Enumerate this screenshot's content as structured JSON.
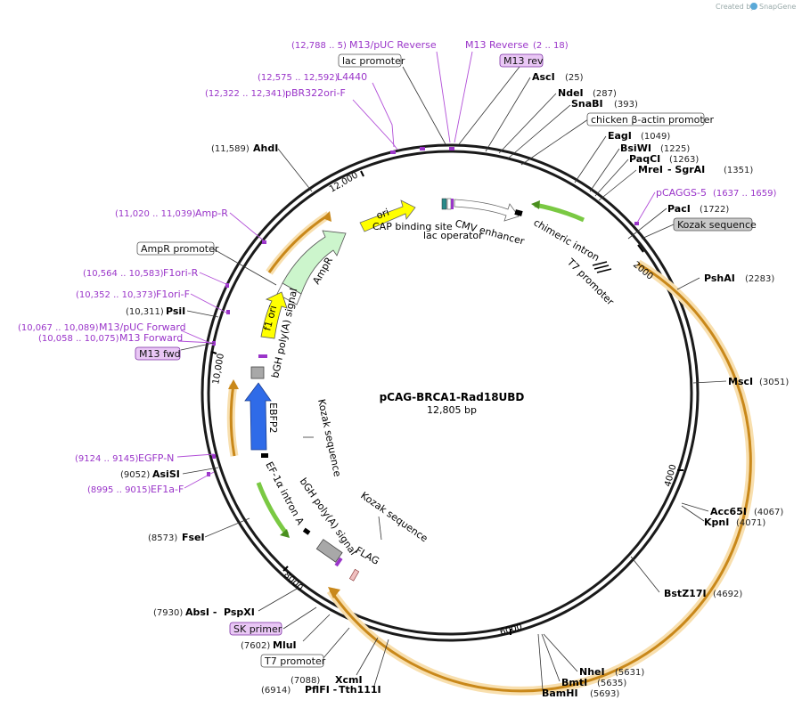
{
  "watermark": {
    "created_by": "Created by",
    "brand": "SnapGene"
  },
  "plasmid": {
    "name": "pCAG-BRCA1-Rad18UBD",
    "size_label": "12,805 bp",
    "length_bp": 12805
  },
  "ticks": [
    {
      "bp": 2000,
      "label": "2000"
    },
    {
      "bp": 4000,
      "label": "4000"
    },
    {
      "bp": 6000,
      "label": "6000"
    },
    {
      "bp": 8000,
      "label": "8000"
    },
    {
      "bp": 10000,
      "label": "10,000"
    },
    {
      "bp": 12000,
      "label": "12,000"
    }
  ],
  "enzyme_sites": [
    {
      "name": "AscI",
      "pos": "(25)",
      "bp": 25
    },
    {
      "name": "NdeI",
      "pos": "(287)",
      "bp": 287
    },
    {
      "name": "SnaBI",
      "pos": "(393)",
      "bp": 393
    },
    {
      "name": "EagI",
      "pos": "(1049)",
      "bp": 1049
    },
    {
      "name": "BsiWI",
      "pos": "(1225)",
      "bp": 1225
    },
    {
      "name": "PaqCI",
      "pos": "(1263)",
      "bp": 1263
    },
    {
      "name": "MreI",
      "extra": "- SgrAI",
      "pos": "(1351)",
      "bp": 1351
    },
    {
      "name": "PacI",
      "pos": "(1722)",
      "bp": 1722
    },
    {
      "name": "PshAI",
      "pos": "(2283)",
      "bp": 2283
    },
    {
      "name": "MscI",
      "pos": "(3051)",
      "bp": 3051
    },
    {
      "name": "Acc65I",
      "pos": "(4067)",
      "bp": 4067
    },
    {
      "name": "KpnI",
      "pos": "(4071)",
      "bp": 4071
    },
    {
      "name": "BstZ17I",
      "pos": "(4692)",
      "bp": 4692
    },
    {
      "name": "NheI",
      "pos": "(5631)",
      "bp": 5631
    },
    {
      "name": "BmtI",
      "pos": "(5635)",
      "bp": 5635
    },
    {
      "name": "BamHI",
      "pos": "(5693)",
      "bp": 5693
    },
    {
      "name": "Tth111I",
      "extra": "PflFI -",
      "pos": "(6914)",
      "bp": 6914
    },
    {
      "name": "XcmI",
      "pos": "(7088)",
      "bp": 7088
    },
    {
      "name": "MluI",
      "pos": "(7602)",
      "bp": 7602
    },
    {
      "name": "PspXI",
      "extra": "AbsI -",
      "pos": "(7930)",
      "bp": 7930
    },
    {
      "name": "FseI",
      "pos": "(8573)",
      "bp": 8573
    },
    {
      "name": "AsiSI",
      "pos": "(9052)",
      "bp": 9052
    },
    {
      "name": "PsiI",
      "pos": "(10,311)",
      "bp": 10311
    },
    {
      "name": "AhdI",
      "pos": "(11,589)",
      "bp": 11589
    }
  ],
  "primers": [
    {
      "name": "M13/pUC Reverse",
      "pos": "(12,788 .. 5)"
    },
    {
      "name": "M13 Reverse",
      "pos": "(2 .. 18)"
    },
    {
      "name": "L4440",
      "pos": "(12,575 .. 12,592)"
    },
    {
      "name": "pBR322ori-F",
      "pos": "(12,322 .. 12,341)"
    },
    {
      "name": "pCAGGS-5",
      "pos": "(1637 .. 1659)"
    },
    {
      "name": "Amp-R",
      "pos": "(11,020 .. 11,039)"
    },
    {
      "name": "F1ori-R",
      "pos": "(10,564 .. 10,583)"
    },
    {
      "name": "F1ori-F",
      "pos": "(10,352 .. 10,373)"
    },
    {
      "name": "M13/pUC Forward",
      "pos": "(10,067 .. 10,089)"
    },
    {
      "name": "M13 Forward",
      "pos": "(10,058 .. 10,075)"
    },
    {
      "name": "EGFP-N",
      "pos": "(9124 .. 9145)"
    },
    {
      "name": "EF1a-F",
      "pos": "(8995 .. 9015)"
    }
  ],
  "boxed_labels": [
    {
      "name": "lac promoter"
    },
    {
      "name": "M13 rev"
    },
    {
      "name": "chicken β-actin promoter"
    },
    {
      "name": "Kozak sequence"
    },
    {
      "name": "AmpR promoter"
    },
    {
      "name": "M13 fwd"
    },
    {
      "name": "SK primer"
    },
    {
      "name": "T7 promoter"
    }
  ],
  "features": [
    {
      "name": "ori"
    },
    {
      "name": "CAP binding site"
    },
    {
      "name": "lac operator"
    },
    {
      "name": "CMV enhancer"
    },
    {
      "name": "chimeric intron"
    },
    {
      "name": "T7 promoter"
    },
    {
      "name": "AmpR"
    },
    {
      "name": "f1 ori"
    },
    {
      "name": "bGH poly(A) signal"
    },
    {
      "name": "EBFP2"
    },
    {
      "name": "Kozak sequence"
    },
    {
      "name": "EF-1α intron A"
    },
    {
      "name": "bGH poly(A) signal"
    },
    {
      "name": "Kozak sequence"
    },
    {
      "name": "FLAG"
    }
  ],
  "colors": {
    "backbone": "#1a1a1a",
    "cds_orange": "#e8a23a",
    "cds_glow": "#f8dfae",
    "ori_yellow": "#ffff00",
    "ampr_green": "#ccf5cc",
    "ebfp2_blue": "#2f6be8",
    "intron_green": "#7ac943",
    "primer_purple": "#9a35c9"
  }
}
